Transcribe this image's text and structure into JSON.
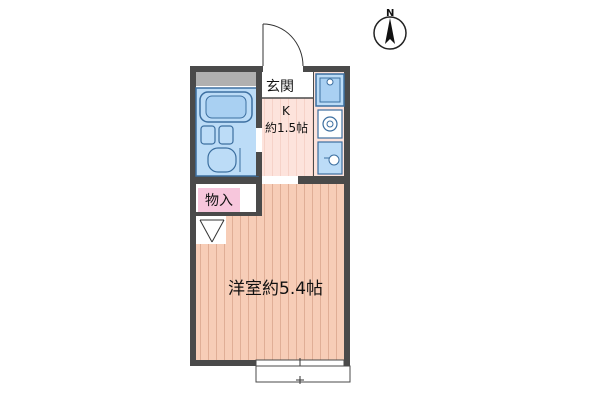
{
  "compass": {
    "label": "N"
  },
  "rooms": {
    "entrance": {
      "label": "玄関"
    },
    "kitchen": {
      "label": "K",
      "size": "約1.5帖"
    },
    "storage": {
      "label": "物入"
    },
    "western_room": {
      "label": "洋室約5.4帖"
    }
  },
  "colors": {
    "wall": "#4a4a4a",
    "floor_wood": "#f7cdb7",
    "floor_line": "#c98f76",
    "tile": "#fde3dc",
    "bath": "#bcdcf7",
    "bath_line": "#3c6fa0",
    "storage_label": "#f7c6dc",
    "balcony_gray": "#b0b0b0"
  }
}
